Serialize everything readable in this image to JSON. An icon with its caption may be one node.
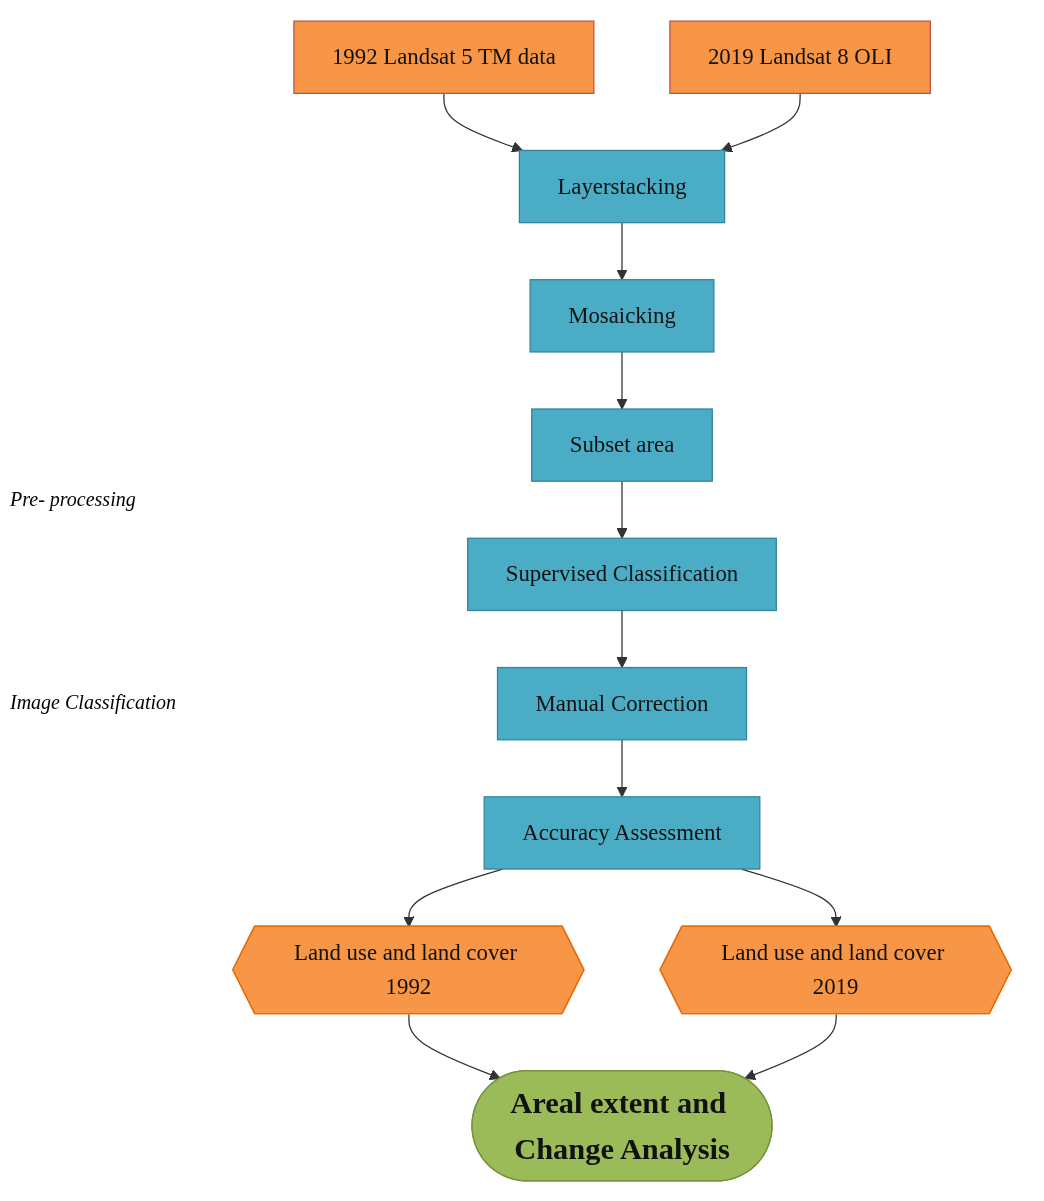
{
  "diagram": {
    "nodes": [
      {
        "text": [
          "1992 Landsat 5 TM data"
        ]
      },
      {
        "text": [
          "2019 Landsat 8 OLI"
        ]
      },
      {
        "text": [
          "Layerstacking"
        ]
      },
      {
        "text": [
          "Mosaicking"
        ]
      },
      {
        "text": [
          "Subset area"
        ]
      },
      {
        "text": [
          "Supervised Classification"
        ]
      },
      {
        "text": [
          "Manual Correction"
        ]
      },
      {
        "text": [
          "Accuracy Assessment"
        ]
      },
      {
        "text": [
          "Land use and land cover 1992"
        ]
      },
      {
        "text": [
          "Land use and land cover 2019"
        ]
      },
      {
        "text": [
          "Areal extent and Change Analysis"
        ]
      }
    ],
    "edges": [
      {
        "from": 0,
        "to": 2,
        "arrow": "to"
      },
      {
        "from": 1,
        "to": 2,
        "arrow": "to"
      },
      {
        "from": 2,
        "to": 3,
        "arrow": "to"
      },
      {
        "from": 3,
        "to": 4,
        "arrow": "to"
      },
      {
        "from": 4,
        "to": 5,
        "arrow": "to"
      },
      {
        "from": 5,
        "to": 6,
        "arrow": "to"
      },
      {
        "from": 6,
        "to": 7,
        "arrow": "to"
      },
      {
        "from": 7,
        "to": 8,
        "arrow": "to"
      },
      {
        "from": 7,
        "to": 9,
        "arrow": "to"
      },
      {
        "from": 8,
        "to": 10,
        "arrow": "to"
      },
      {
        "from": 9,
        "to": 10,
        "arrow": "to"
      }
    ],
    "labels": [
      "Pre- processing",
      "Image Classification"
    ]
  }
}
